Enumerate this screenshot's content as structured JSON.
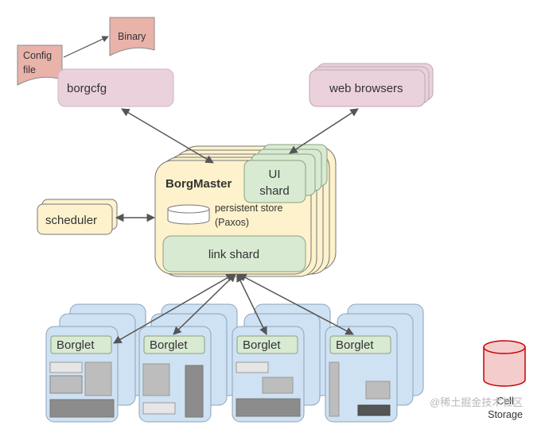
{
  "diagram": {
    "binary": "Binary",
    "config_file_line1": "Config",
    "config_file_line2": "file",
    "borgcfg": "borgcfg",
    "web_browsers": "web browsers",
    "borgmaster_title": "BorgMaster",
    "ui_shard_line1": "UI",
    "ui_shard_line2": "shard",
    "persistent_store_line1": "persistent store",
    "persistent_store_line2": "(Paxos)",
    "link_shard": "link shard",
    "scheduler": "scheduler",
    "borglet": "Borglet",
    "cell_storage_line1": "Cell",
    "cell_storage_line2": "Storage",
    "watermark": "@稀土掘金技术社区"
  },
  "colors": {
    "pink_doc": "#e9b3aa",
    "pink_box": "#ead1dc",
    "yellow": "#fdf2cc",
    "green": "#d9ead3",
    "blue": "#cfe2f3",
    "gray_light": "#e6e6e6",
    "gray_mid": "#bdbdbd",
    "gray_dark": "#8c8c8c",
    "red": "#e06666",
    "red_light": "#f4cccc",
    "stroke": "#555555"
  }
}
